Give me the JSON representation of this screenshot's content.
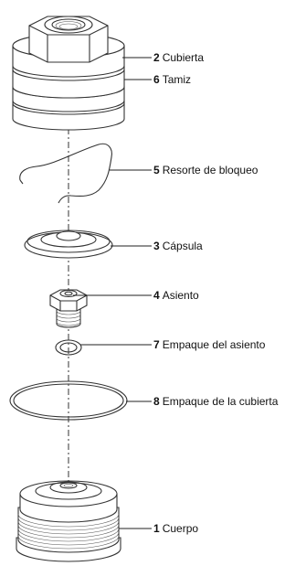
{
  "parts": [
    {
      "number": "2",
      "label": "Cubierta"
    },
    {
      "number": "6",
      "label": "Tamiz"
    },
    {
      "number": "5",
      "label": "Resorte de bloqueo"
    },
    {
      "number": "3",
      "label": "Cápsula"
    },
    {
      "number": "4",
      "label": "Asiento"
    },
    {
      "number": "7",
      "label": "Empaque del asiento"
    },
    {
      "number": "8",
      "label": "Empaque de la cubierta"
    },
    {
      "number": "1",
      "label": "Cuerpo"
    }
  ]
}
